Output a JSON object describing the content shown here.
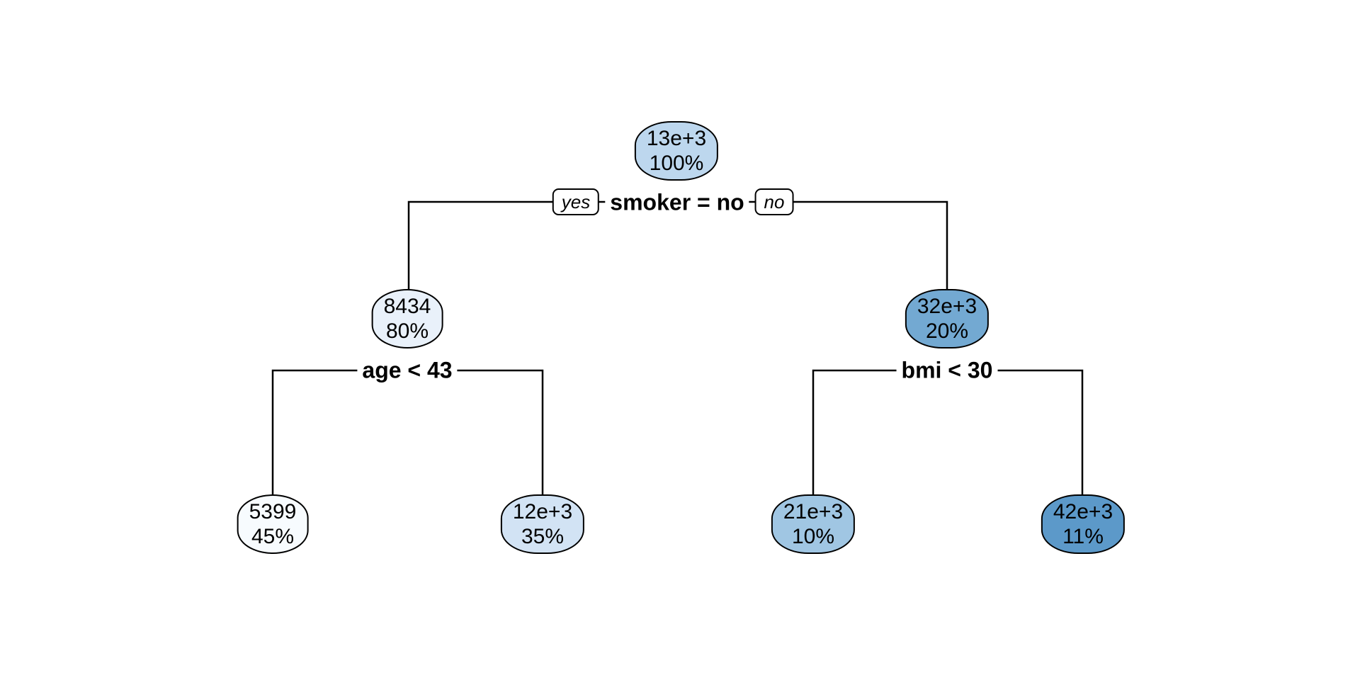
{
  "colors": {
    "background": "#ffffff",
    "branch_line": "#000000",
    "node_border": "#000000",
    "text": "#000000"
  },
  "tree": {
    "branch_labels": {
      "left": "yes",
      "right": "no"
    },
    "splits": [
      {
        "name": "root-split",
        "label": "smoker = no"
      },
      {
        "name": "left-split",
        "label": "age < 43"
      },
      {
        "name": "right-split",
        "label": "bmi < 30"
      }
    ],
    "nodes": [
      {
        "name": "root",
        "value": "13e+3",
        "percent": "100%",
        "fill": "#bdd7ee"
      },
      {
        "name": "smoker-yes",
        "value": "8434",
        "percent": "80%",
        "fill": "#e9f1fa"
      },
      {
        "name": "smoker-no",
        "value": "32e+3",
        "percent": "20%",
        "fill": "#73a9d2"
      },
      {
        "name": "leaf-age-lt-43",
        "value": "5399",
        "percent": "45%",
        "fill": "#f7fbfe"
      },
      {
        "name": "leaf-age-ge-43",
        "value": "12e+3",
        "percent": "35%",
        "fill": "#d2e3f4"
      },
      {
        "name": "leaf-bmi-lt-30",
        "value": "21e+3",
        "percent": "10%",
        "fill": "#a0c6e3"
      },
      {
        "name": "leaf-bmi-ge-30",
        "value": "42e+3",
        "percent": "11%",
        "fill": "#5c99c9"
      }
    ]
  }
}
